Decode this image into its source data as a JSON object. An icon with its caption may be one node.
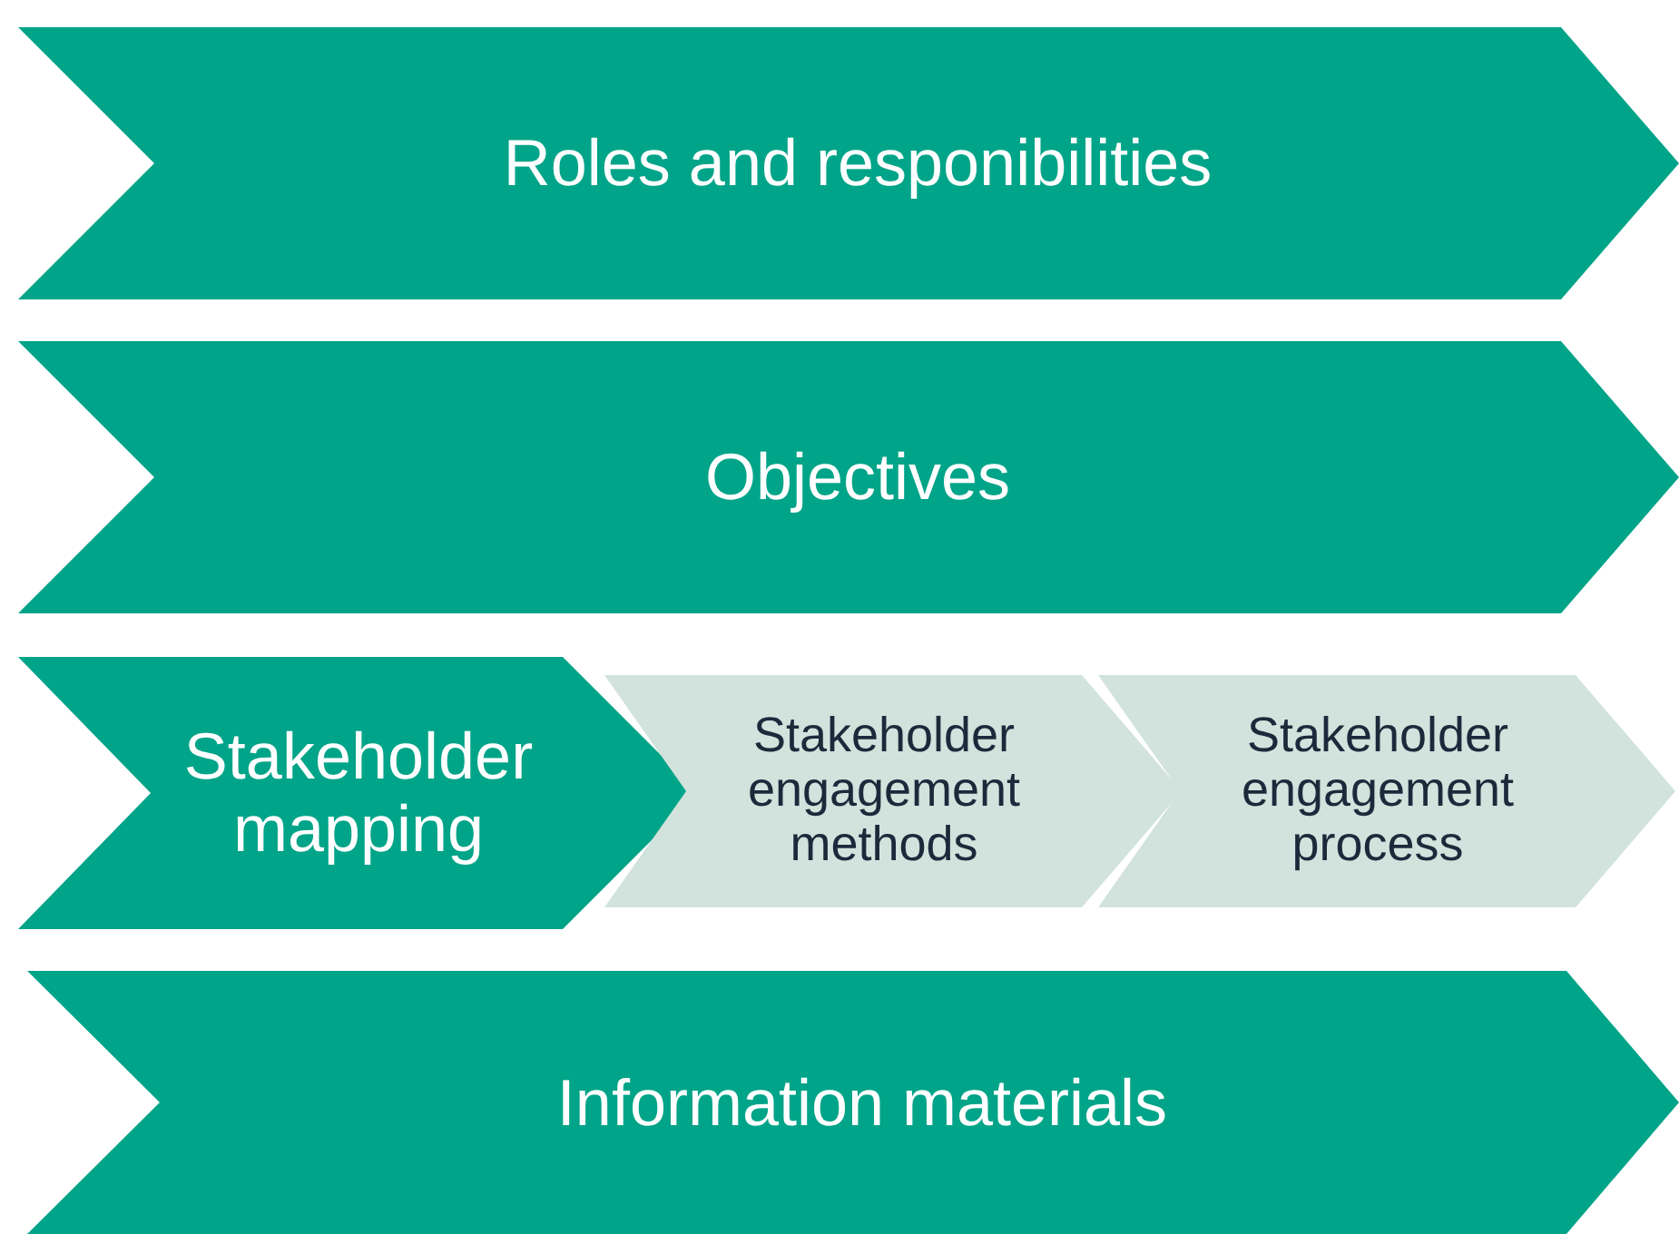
{
  "diagram": {
    "nodes": [
      {
        "text": [
          "Roles and responibilities"
        ]
      },
      {
        "text": [
          "Objectives"
        ]
      },
      {
        "text": [
          "Stakeholder mapping"
        ]
      },
      {
        "text": [
          "Stakeholder engagement methods"
        ]
      },
      {
        "text": [
          "Stakeholder engagement process"
        ]
      },
      {
        "text": [
          "Information materials"
        ]
      }
    ]
  }
}
